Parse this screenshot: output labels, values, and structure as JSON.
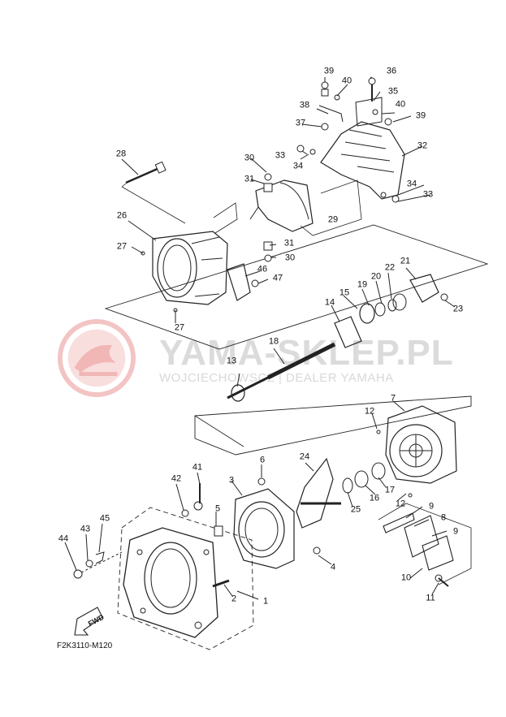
{
  "diagram": {
    "part_code": "F2K3110-M120",
    "fwd_label": "FWD",
    "watermark": {
      "name": "YAMA-SKLEP.PL",
      "subtitle": "WOJCIECHOWSCZ | DEALER YAMAHA"
    },
    "callouts": [
      {
        "id": "1",
        "text": "1"
      },
      {
        "id": "2",
        "text": "2"
      },
      {
        "id": "3",
        "text": "3"
      },
      {
        "id": "4",
        "text": "4"
      },
      {
        "id": "5",
        "text": "5"
      },
      {
        "id": "6",
        "text": "6"
      },
      {
        "id": "7",
        "text": "7"
      },
      {
        "id": "8",
        "text": "8"
      },
      {
        "id": "9a",
        "text": "9"
      },
      {
        "id": "9b",
        "text": "9"
      },
      {
        "id": "10",
        "text": "10"
      },
      {
        "id": "11",
        "text": "11"
      },
      {
        "id": "12a",
        "text": "12"
      },
      {
        "id": "12b",
        "text": "12"
      },
      {
        "id": "13",
        "text": "13"
      },
      {
        "id": "14",
        "text": "14"
      },
      {
        "id": "15",
        "text": "15"
      },
      {
        "id": "16",
        "text": "16"
      },
      {
        "id": "17",
        "text": "17"
      },
      {
        "id": "18",
        "text": "18"
      },
      {
        "id": "19",
        "text": "19"
      },
      {
        "id": "20",
        "text": "20"
      },
      {
        "id": "21",
        "text": "21"
      },
      {
        "id": "22",
        "text": "22"
      },
      {
        "id": "23",
        "text": "23"
      },
      {
        "id": "24",
        "text": "24"
      },
      {
        "id": "25",
        "text": "25"
      },
      {
        "id": "26",
        "text": "26"
      },
      {
        "id": "27a",
        "text": "27"
      },
      {
        "id": "27b",
        "text": "27"
      },
      {
        "id": "28",
        "text": "28"
      },
      {
        "id": "29",
        "text": "29"
      },
      {
        "id": "30a",
        "text": "30"
      },
      {
        "id": "30b",
        "text": "30"
      },
      {
        "id": "31a",
        "text": "31"
      },
      {
        "id": "31b",
        "text": "31"
      },
      {
        "id": "32",
        "text": "32"
      },
      {
        "id": "33a",
        "text": "33"
      },
      {
        "id": "33b",
        "text": "33"
      },
      {
        "id": "34a",
        "text": "34"
      },
      {
        "id": "34b",
        "text": "34"
      },
      {
        "id": "35",
        "text": "35"
      },
      {
        "id": "36",
        "text": "36"
      },
      {
        "id": "37",
        "text": "37"
      },
      {
        "id": "38",
        "text": "38"
      },
      {
        "id": "39a",
        "text": "39"
      },
      {
        "id": "39b",
        "text": "39"
      },
      {
        "id": "40a",
        "text": "40"
      },
      {
        "id": "40b",
        "text": "40"
      },
      {
        "id": "41",
        "text": "41"
      },
      {
        "id": "42",
        "text": "42"
      },
      {
        "id": "43",
        "text": "43"
      },
      {
        "id": "44",
        "text": "44"
      },
      {
        "id": "45",
        "text": "45"
      },
      {
        "id": "46",
        "text": "46"
      },
      {
        "id": "47",
        "text": "47"
      }
    ]
  }
}
